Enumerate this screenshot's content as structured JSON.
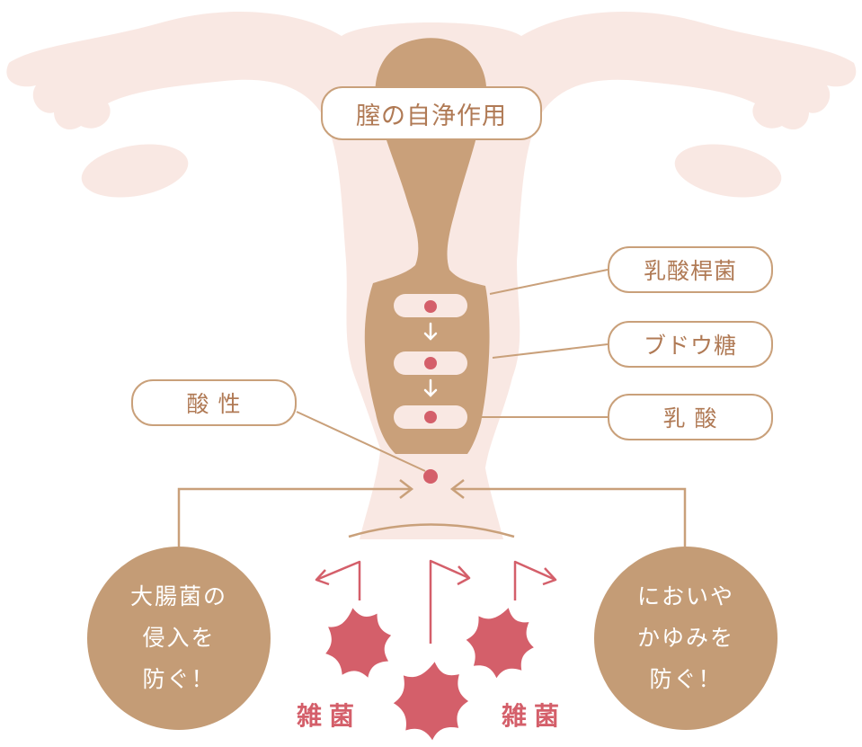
{
  "labels": {
    "self_cleaning": "膣の自浄作用",
    "lactobacillus": "乳酸桿菌",
    "glucose": "ブドウ糖",
    "lactic_acid": "乳 酸",
    "acidic": "酸 性"
  },
  "circles": {
    "left": [
      "大腸菌の",
      "侵入を",
      "防ぐ！"
    ],
    "right": [
      "においや",
      "かゆみを",
      "防ぐ！"
    ]
  },
  "germ_labels": {
    "left": "雑菌",
    "right": "雑菌"
  },
  "colors": {
    "background_organ": "#f9e8e3",
    "vagina_brown": "#c9a07a",
    "line": "#c9a07a",
    "dot": "#d45f6a",
    "germ": "#d45f6a",
    "circle": "#c49c76",
    "text_brown": "#b07a55"
  }
}
